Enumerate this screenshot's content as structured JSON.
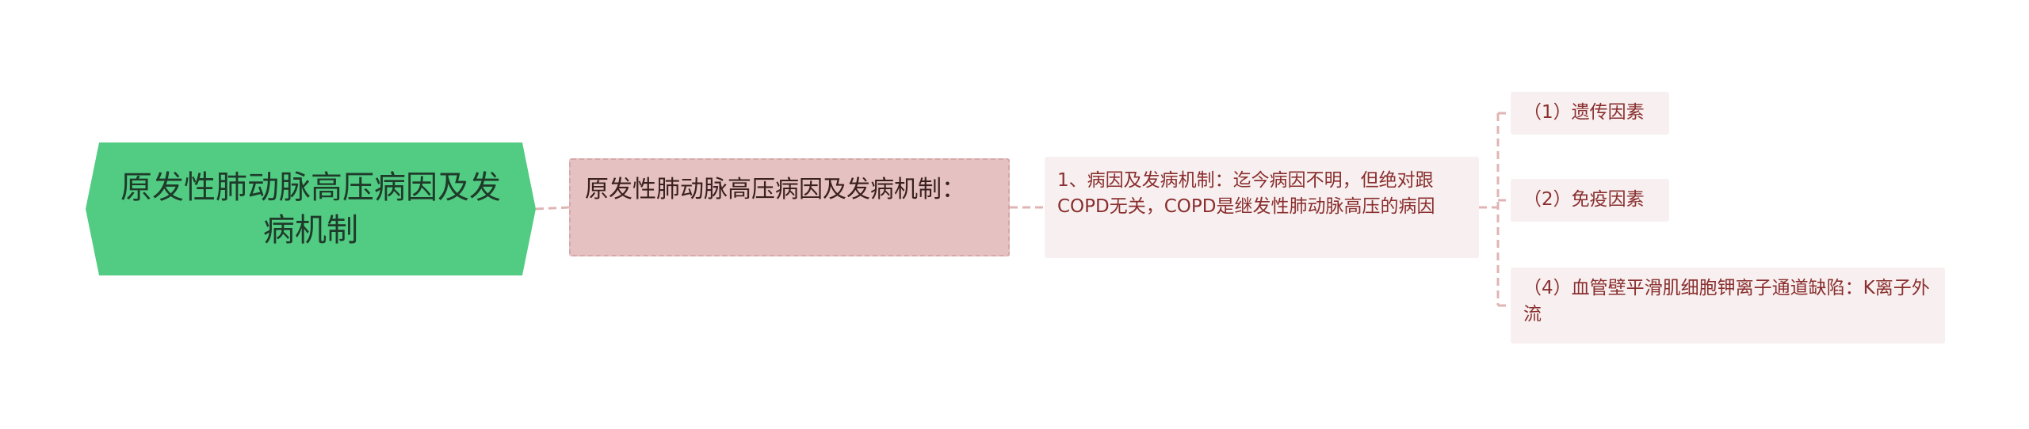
{
  "diagram": {
    "root": {
      "text": "原发性肺动脉高压病因及发病机制"
    },
    "level1": {
      "text": "原发性肺动脉高压病因及发病机制："
    },
    "level2": {
      "text": "1、病因及发病机制：迄今病因不明，但绝对跟COPD无关，COPD是继发性肺动脉高压的病因"
    },
    "leaves": [
      {
        "text": "（1）遗传因素"
      },
      {
        "text": "（2）免疫因素"
      },
      {
        "text": "（4）血管壁平滑肌细胞钾离子通道缺陷：K离子外流"
      }
    ],
    "colors": {
      "root_fill": "#52cc82",
      "level1_fill": "#e6c1c1",
      "node_fill": "#f8f0f0",
      "node_text": "#8a2e2e",
      "connector": "#e0b4b4"
    }
  }
}
